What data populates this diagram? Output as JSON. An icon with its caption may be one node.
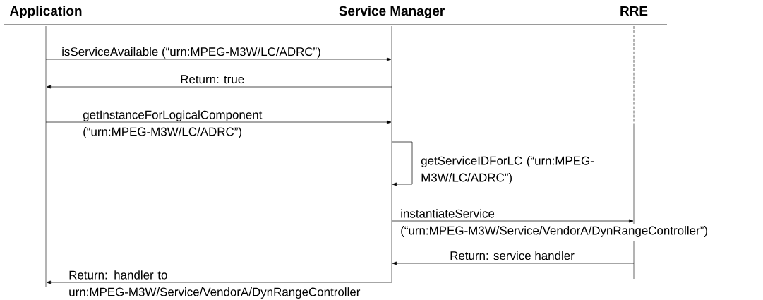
{
  "diagram": {
    "nodes": [
      {
        "text": [
          "Application"
        ]
      },
      {
        "text": [
          "Service Manager"
        ]
      },
      {
        "text": [
          "RRE"
        ]
      }
    ],
    "edges": [
      {
        "from": 0,
        "to": 1,
        "arrow": "to",
        "label": "isServiceAvailable (“urn:MPEG-M3W/LC/ADRC”)"
      },
      {
        "from": 1,
        "to": 0,
        "arrow": "to",
        "label": "Return: true"
      },
      {
        "from": 0,
        "to": 1,
        "arrow": "to",
        "label": "getInstanceForLogicalComponent (“urn:MPEG-M3W/LC/ADRC”)"
      },
      {
        "from": 1,
        "to": 1,
        "arrow": "to",
        "label": "getServiceIDForLC (“urn:MPEG-M3W/LC/ADRC”)"
      },
      {
        "from": 1,
        "to": 2,
        "arrow": "to",
        "label": "instantiateService (“urn:MPEG-M3W/Service/VendorA/DynRangeController”)"
      },
      {
        "from": 2,
        "to": 1,
        "arrow": "to",
        "label": "Return: service handler"
      },
      {
        "from": 1,
        "to": 0,
        "arrow": "to",
        "label": "Return: handler to urn:MPEG-M3W/Service/VendorA/DynRangeController"
      }
    ]
  }
}
